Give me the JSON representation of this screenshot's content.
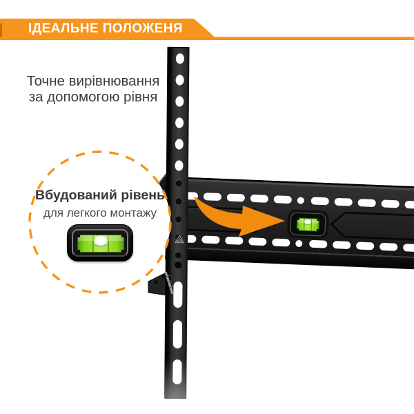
{
  "banner": {
    "label": "ІДЕАЛЬНЕ ПОЛОЖЕНЯ"
  },
  "heading": {
    "line1": "Точне вирівнювання",
    "line2": "за допомогою рівня"
  },
  "callout": {
    "title": "Вбудований рівень",
    "subtitle": "для легкого монтажу"
  },
  "colors": {
    "accent_orange": "#F7941E",
    "arrow_orange": "#F28C0E",
    "level_green": "#8FD922",
    "rail_dark": "#1E1E1E",
    "heading_text": "#3D3D3D",
    "banner_text": "#FFFFFF"
  },
  "icons": {
    "arrow": "curved-arrow-icon",
    "level_badge": "bubble-level-icon",
    "level_insert": "bubble-level-insert-icon",
    "callout_ring": "dashed-circle-icon"
  }
}
